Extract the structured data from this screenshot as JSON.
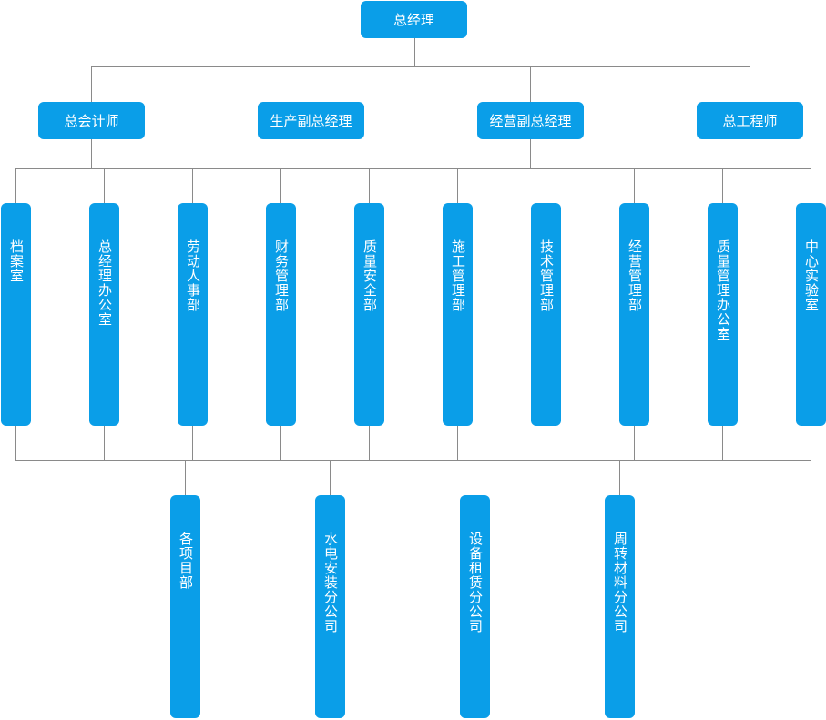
{
  "top": {
    "label": "总经理"
  },
  "level2": [
    {
      "label": "总会计师"
    },
    {
      "label": "生产副总经理"
    },
    {
      "label": "经营副总经理"
    },
    {
      "label": "总工程师"
    }
  ],
  "departments": [
    {
      "label": "档案室"
    },
    {
      "label": "总经理办公室"
    },
    {
      "label": "劳动人事部"
    },
    {
      "label": "财务管理部"
    },
    {
      "label": "质量安全部"
    },
    {
      "label": "施工管理部"
    },
    {
      "label": "技术管理部"
    },
    {
      "label": "经营管理部"
    },
    {
      "label": "质量管理办公室"
    },
    {
      "label": "中心实验室"
    }
  ],
  "subsidiaries": [
    {
      "label": "各项目部"
    },
    {
      "label": "水电安装分公司"
    },
    {
      "label": "设备租赁分公司"
    },
    {
      "label": "周转材料分公司"
    }
  ],
  "colors": {
    "node": "#0a9ee8",
    "connector": "#8a8a8a"
  }
}
